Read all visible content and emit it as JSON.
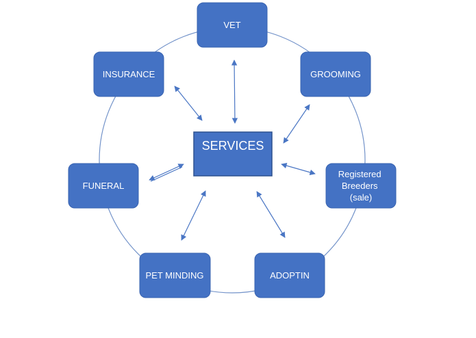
{
  "diagram": {
    "center": {
      "label": "SERVICES"
    },
    "nodes": [
      {
        "id": "vet",
        "label": "VET"
      },
      {
        "id": "grooming",
        "label": "GROOMING"
      },
      {
        "id": "registered-breeders",
        "label": "Registered Breeders (sale)"
      },
      {
        "id": "adoptin",
        "label": "ADOPTIN"
      },
      {
        "id": "pet-minding",
        "label": "PET MINDING"
      },
      {
        "id": "funeral",
        "label": "FUNERAL"
      },
      {
        "id": "insurance",
        "label": "INSURANCE"
      }
    ],
    "colors": {
      "box_fill": "#4472c4",
      "ring": "#7292c9",
      "arrow": "#4a76c4",
      "text": "#ffffff"
    }
  }
}
